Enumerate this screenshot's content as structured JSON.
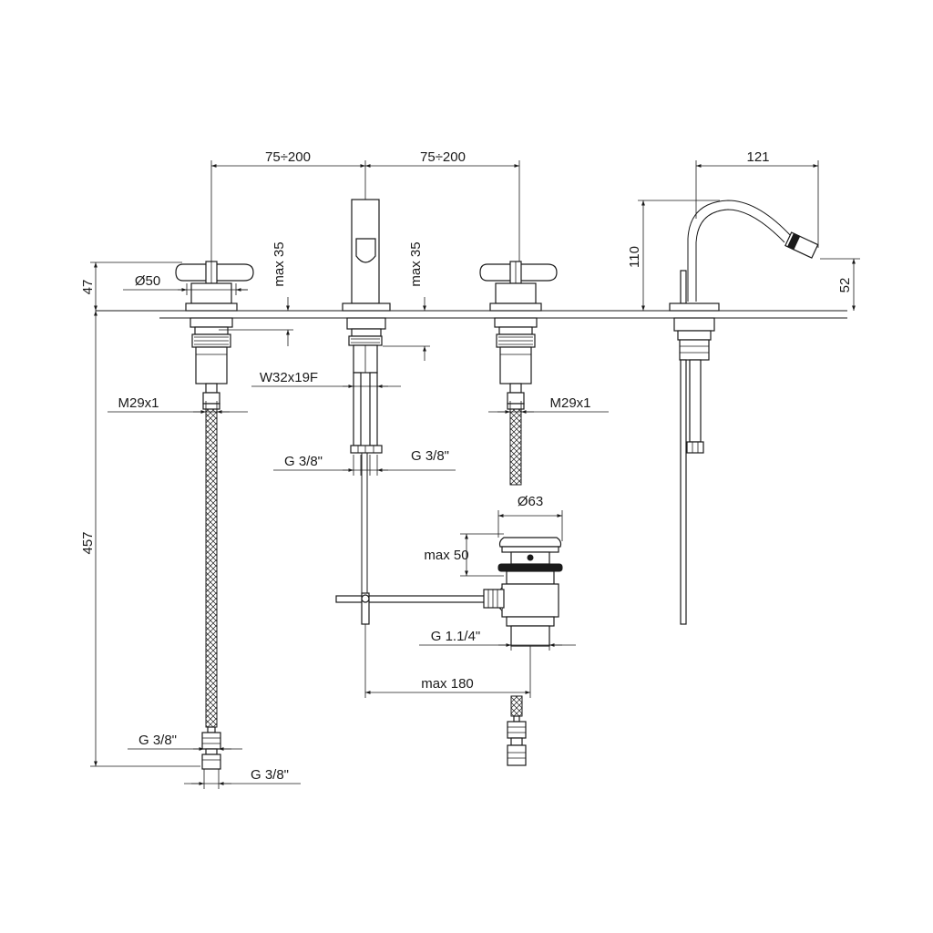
{
  "dimensions": {
    "spacing_left": "75÷200",
    "spacing_right": "75÷200",
    "bidet_reach": "121",
    "bidet_height": "110",
    "bidet_outlet_height": "52",
    "handle_height": "47",
    "handle_diameter": "Ø50",
    "handle_max_left": "max 35",
    "spout_max": "max 35",
    "spout_thread": "W32x19F",
    "valve_thread_left": "M29x1",
    "valve_thread_right": "M29x1",
    "spout_conn_left": "G 3/8\"",
    "spout_conn_right": "G 3/8\"",
    "hose_length": "457",
    "hose_end_upper": "G 3/8\"",
    "hose_end_lower": "G 3/8\"",
    "drain_diameter": "Ø63",
    "drain_max_height": "max 50",
    "drain_thread": "G 1.1/4\"",
    "drain_max_length": "max 180"
  }
}
